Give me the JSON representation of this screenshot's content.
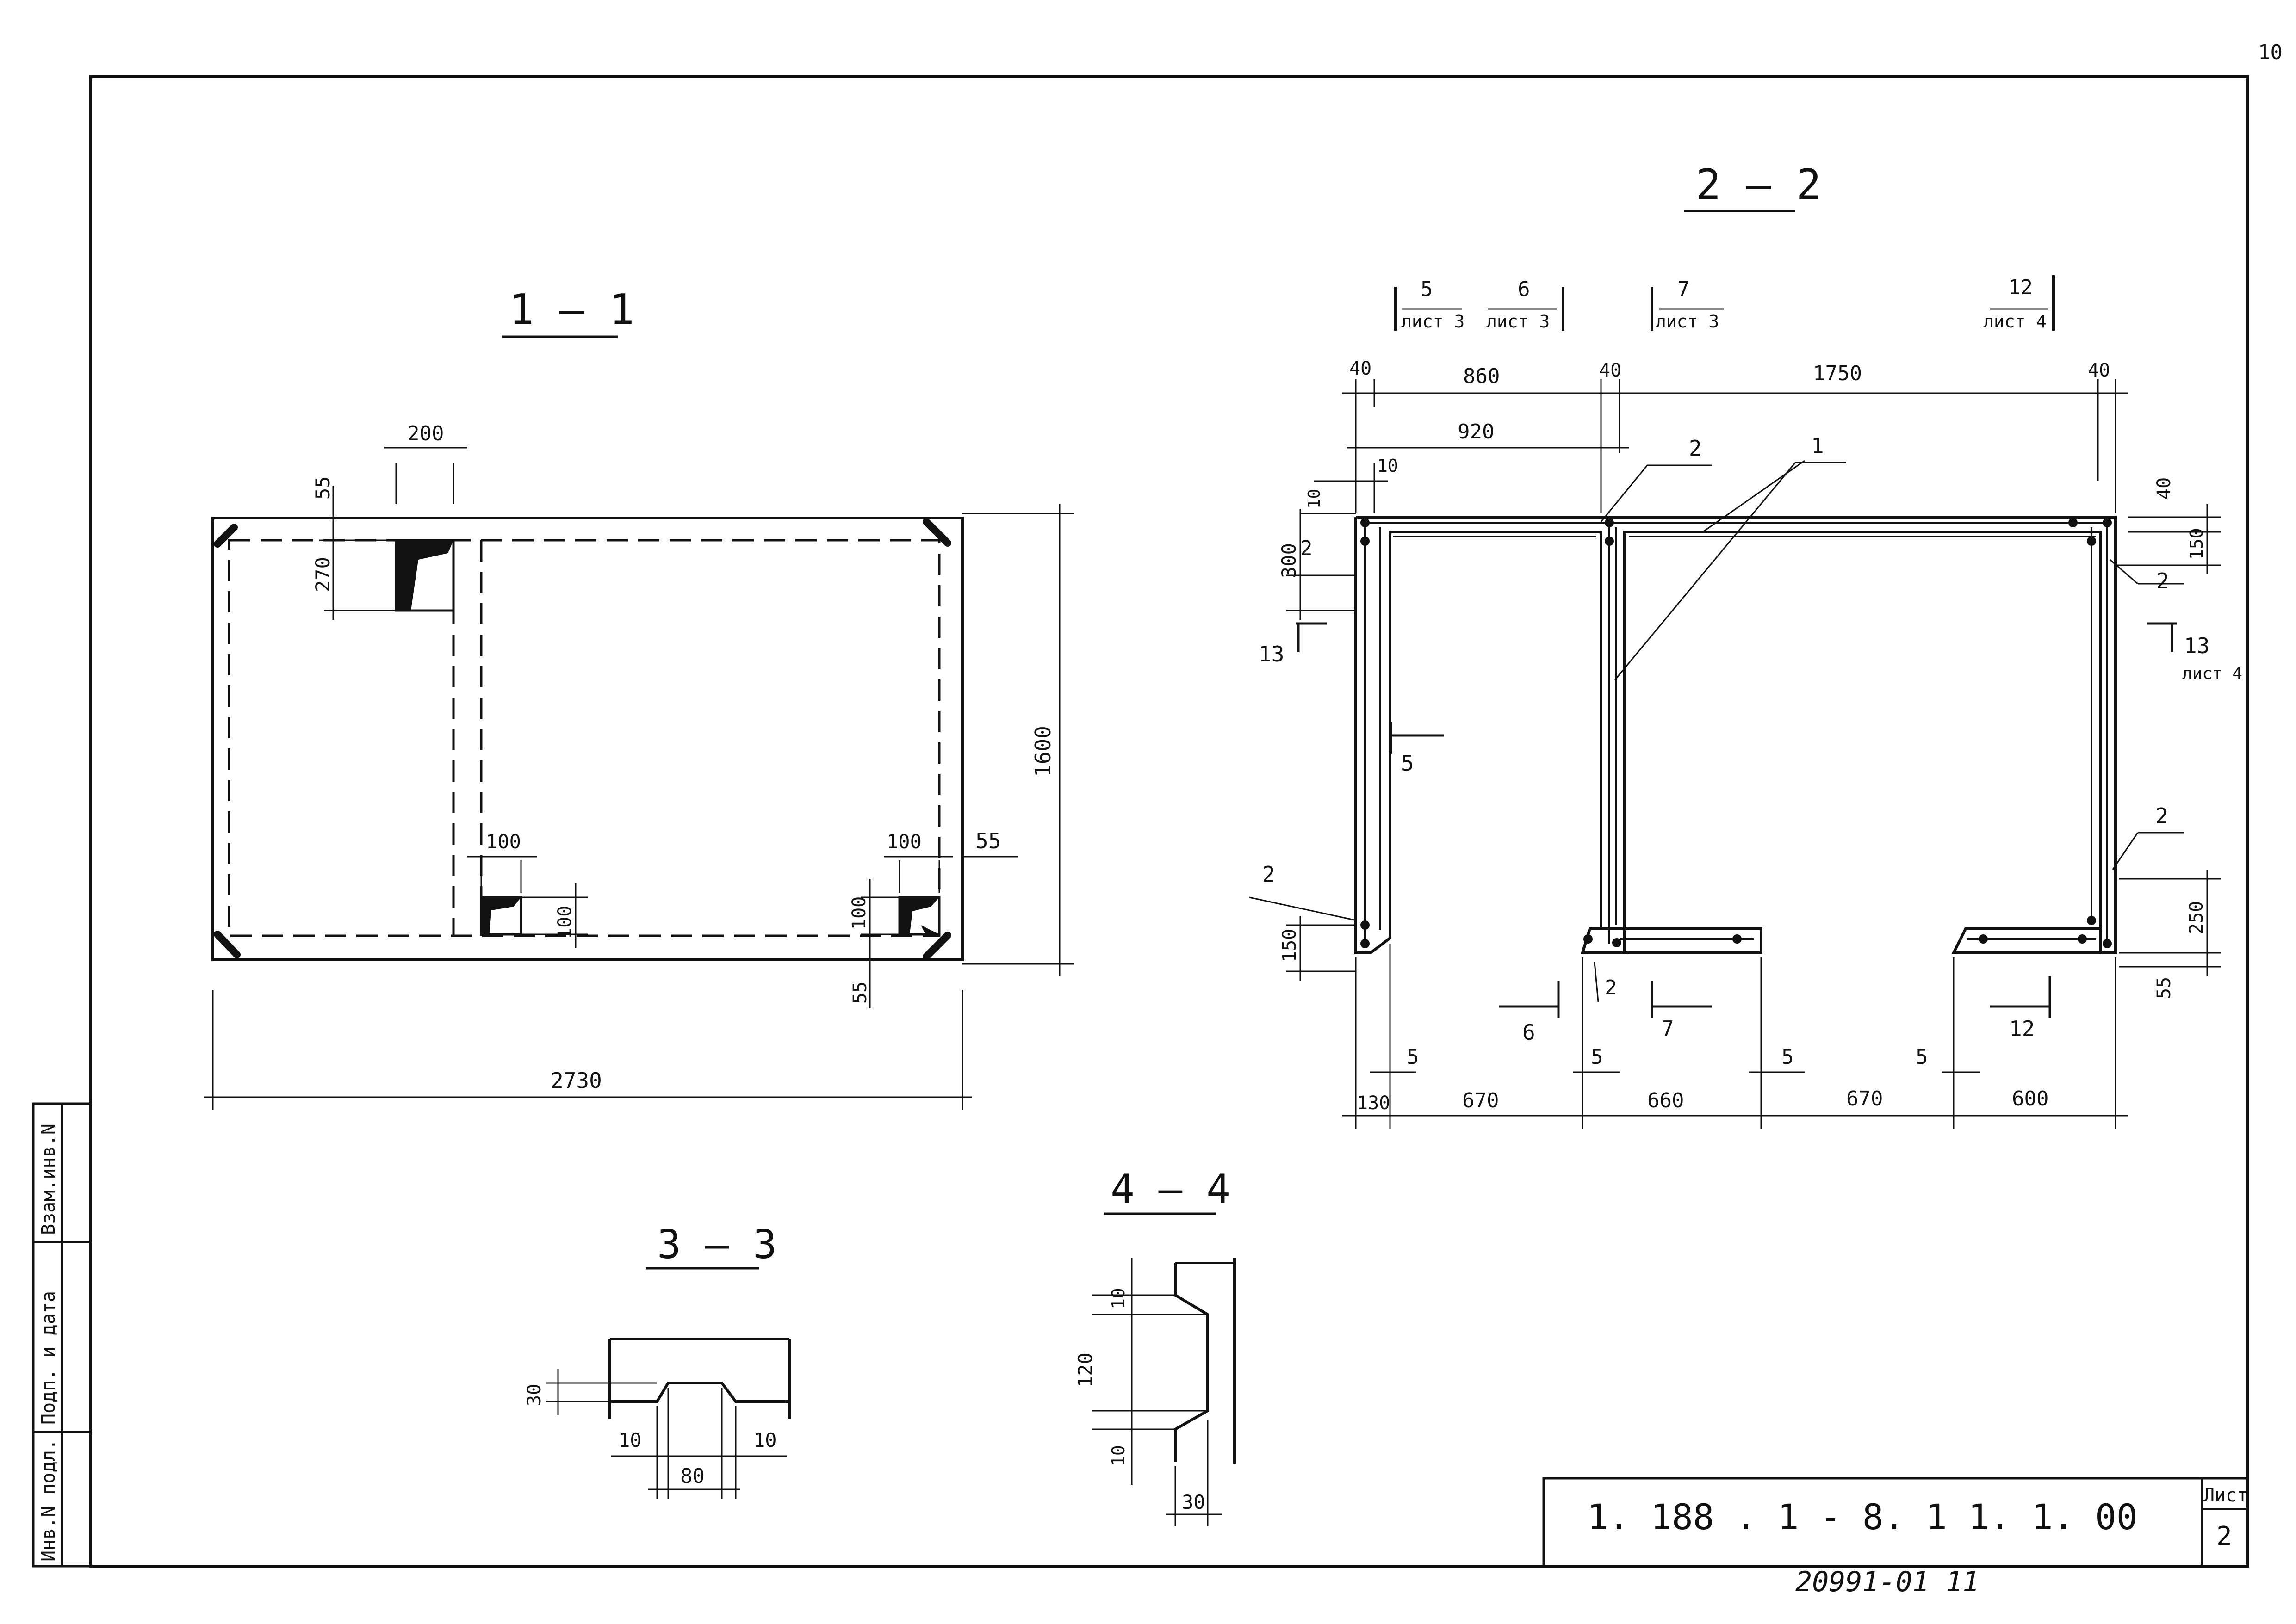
{
  "page_number": "10",
  "title_block": {
    "document_code": "1. 188 . 1 - 8. 1   1. 1. 00",
    "sheet_label": "Лист",
    "sheet_number": "2",
    "inventory_number": "20991-01  11"
  },
  "side_stamp": {
    "cell_1": "Взам.инв.N",
    "cell_2": "Подп. и дата",
    "cell_3": "Инв.N подл."
  },
  "sections": {
    "s11": {
      "title": "1 — 1",
      "dims": {
        "d200": "200",
        "d55_top": "55",
        "d270": "270",
        "d1600": "1600",
        "d100_left": "100",
        "d100_left_v": "100",
        "d100_right": "100",
        "d55_right": "55",
        "d100_right_v": "100",
        "d55_bottom": "55",
        "d2730": "2730"
      }
    },
    "s22": {
      "title": "2 — 2",
      "refs": {
        "r5_num": "5",
        "r5_sheet": "лист 3",
        "r6_num": "6",
        "r6_sheet": "лист 3",
        "r7_num": "7",
        "r7_sheet": "лист 3",
        "r12_num": "12",
        "r12_sheet": "лист 4",
        "r13_sheet": "лист 4"
      },
      "dims": {
        "top40a": "40",
        "top860": "860",
        "top40b": "40",
        "top1750": "1750",
        "top40c": "40",
        "d920": "920",
        "d10a": "10",
        "d10b": "10",
        "d300": "300",
        "d40r": "40",
        "d150r": "150",
        "d150l": "150",
        "d250r": "250",
        "d55r": "55",
        "b5a": "5",
        "b5b": "5",
        "b5c": "5",
        "b5d": "5",
        "b130": "130",
        "b670a": "670",
        "b660": "660",
        "b670b": "670",
        "b600": "600"
      },
      "callouts": {
        "c1": "1",
        "c2_top": "2",
        "c2_leftup": "2",
        "c2_rightup": "2",
        "c2_leftlow": "2",
        "c2_rightlow": "2",
        "c2_bottom": "2",
        "m13_left": "13",
        "m13_right": "13",
        "m5": "5",
        "m6": "6",
        "m7": "7",
        "m12": "12"
      }
    },
    "s33": {
      "title": "3 — 3",
      "dims": {
        "d30": "30",
        "d10a": "10",
        "d10b": "10",
        "d80": "80"
      }
    },
    "s44": {
      "title": "4 — 4",
      "dims": {
        "d10a": "10",
        "d120": "120",
        "d10b": "10",
        "d30": "30"
      }
    }
  }
}
